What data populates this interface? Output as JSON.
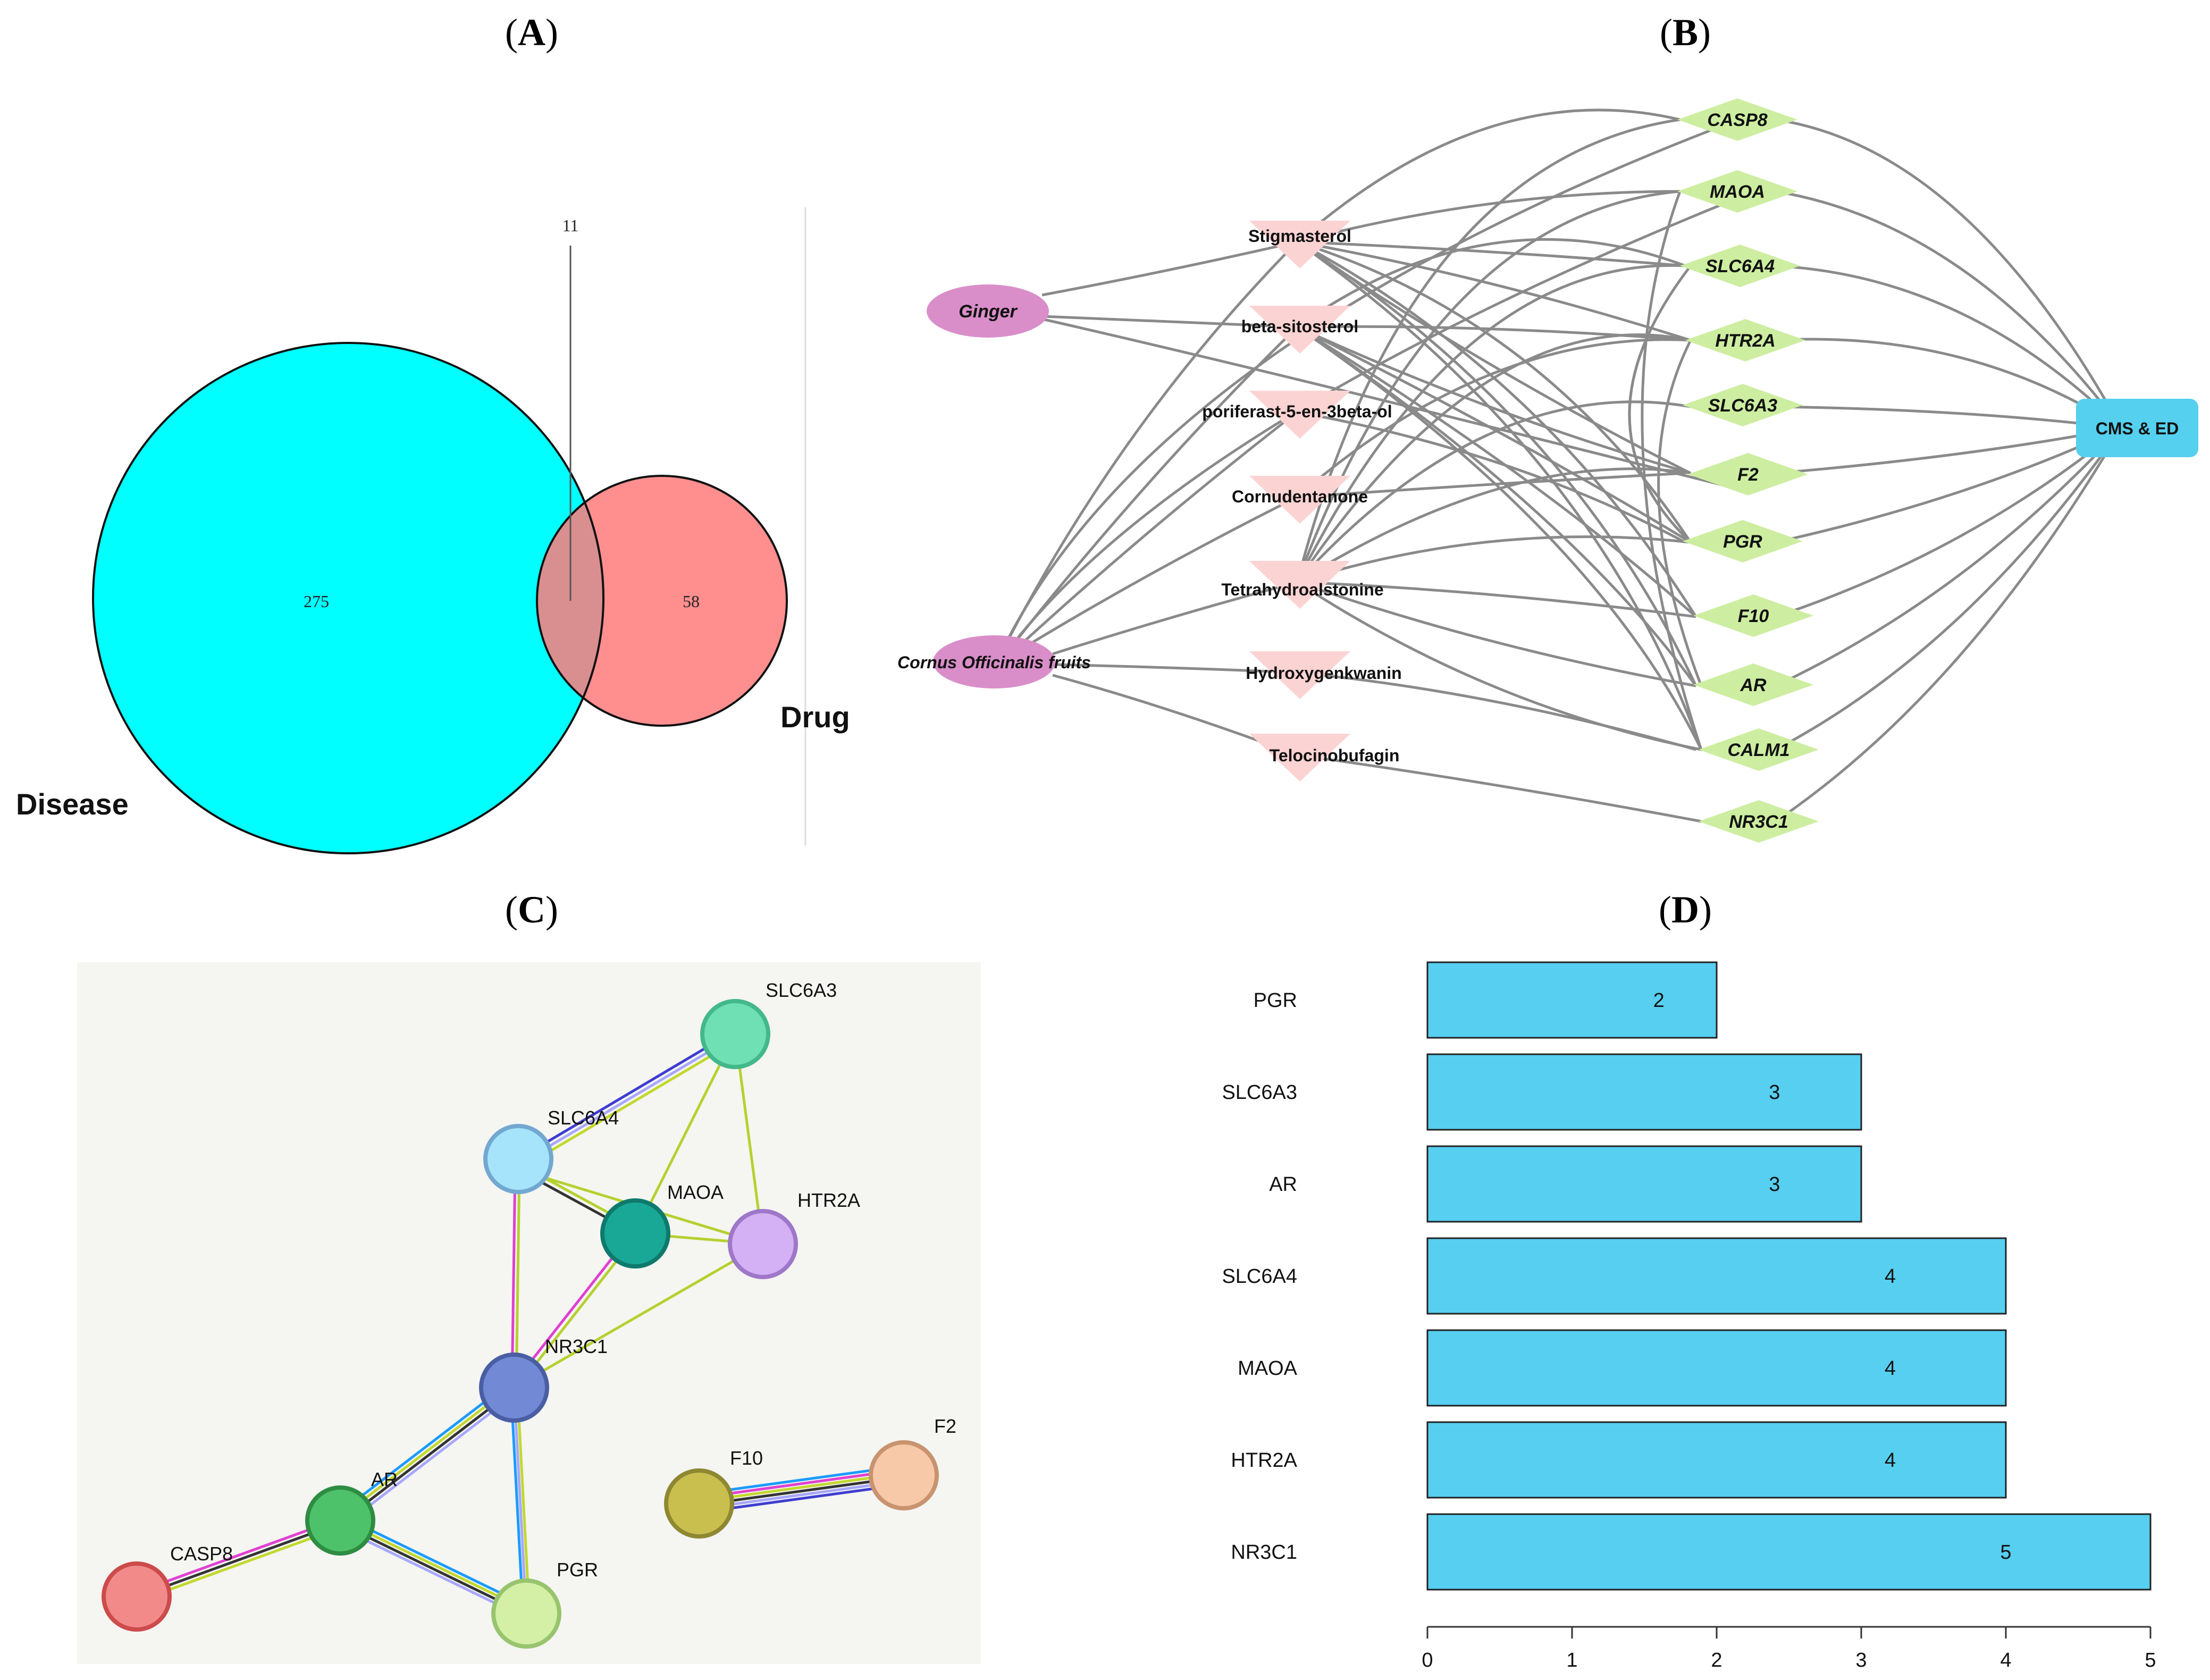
{
  "panels": {
    "a": {
      "letter": "A",
      "venn": {
        "set_left_label": "Disease",
        "set_right_label": "Drug",
        "left_only_count": "275",
        "right_only_count": "58",
        "intersection_count": "11",
        "colors": {
          "left": "#00ffff",
          "right": "#ff7b7b"
        }
      }
    },
    "b": {
      "letter": "B",
      "network": {
        "herbs": [
          "Ginger",
          "Cornus Officinalis fruits"
        ],
        "compounds": [
          "Stigmasterol",
          "beta-sitosterol",
          "poriferast-5-en-3beta-ol",
          "Cornudentanone",
          "Tetrahydroalstonine",
          "Hydroxygenkwanin",
          "Telocinobufagin"
        ],
        "targets": [
          "CASP8",
          "MAOA",
          "SLC6A4",
          "HTR2A",
          "SLC6A3",
          "F2",
          "PGR",
          "F10",
          "AR",
          "CALM1",
          "NR3C1"
        ],
        "disease": "CMS & ED",
        "colors": {
          "herb": "#d98ec9",
          "compound": "#fcd3d3",
          "target": "#cdeea1",
          "disease": "#55d0ee",
          "edge": "#888888"
        }
      }
    },
    "c": {
      "letter": "C",
      "ppi": {
        "nodes": [
          "SLC6A3",
          "SLC6A4",
          "MAOA",
          "HTR2A",
          "NR3C1",
          "AR",
          "CASP8",
          "PGR",
          "F10",
          "F2"
        ],
        "colors": {
          "SLC6A3": "#6fe0b4",
          "SLC6A4": "#a6e4fb",
          "MAOA": "#1aa896",
          "HTR2A": "#d3b1f4",
          "NR3C1": "#7289d6",
          "AR": "#4ec26a",
          "CASP8": "#f28a8a",
          "PGR": "#d3f0a6",
          "F10": "#c8bf4f",
          "F2": "#f8c9a8",
          "background": "#f5f5f2"
        }
      }
    },
    "d": {
      "letter": "D"
    }
  },
  "chart_data": {
    "type": "bar",
    "orientation": "horizontal",
    "categories": [
      "PGR",
      "SLC6A3",
      "AR",
      "SLC6A4",
      "MAOA",
      "HTR2A",
      "NR3C1"
    ],
    "values": [
      2,
      3,
      3,
      4,
      4,
      4,
      5
    ],
    "value_labels": [
      "2",
      "3",
      "3",
      "4",
      "4",
      "4",
      "5"
    ],
    "xlim": [
      0,
      5
    ],
    "xticks": [
      "0",
      "1",
      "2",
      "3",
      "4",
      "5"
    ],
    "title": "",
    "xlabel": "",
    "ylabel": "",
    "grid": false,
    "bar_color": "#57cff0"
  }
}
